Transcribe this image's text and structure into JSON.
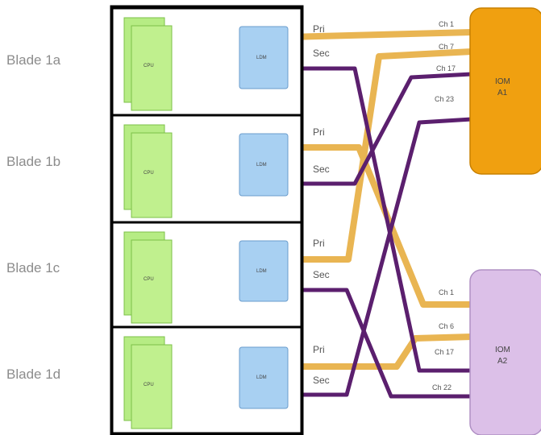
{
  "blades": [
    {
      "label": "Blade 1a",
      "cpu": "CPU",
      "ldm": "LDM",
      "pri": "Pri",
      "sec": "Sec"
    },
    {
      "label": "Blade 1b",
      "cpu": "CPU",
      "ldm": "LDM",
      "pri": "Pri",
      "sec": "Sec"
    },
    {
      "label": "Blade 1c",
      "cpu": "CPU",
      "ldm": "LDM",
      "pri": "Pri",
      "sec": "Sec"
    },
    {
      "label": "Blade 1d",
      "cpu": "CPU",
      "ldm": "LDM",
      "pri": "Pri",
      "sec": "Sec"
    }
  ],
  "modules": [
    {
      "name": "IOM",
      "id": "A1",
      "color": "#f0a010",
      "channels": [
        "Ch 1",
        "Ch 7",
        "Ch 17",
        "Ch 23"
      ]
    },
    {
      "name": "IOM",
      "id": "A2",
      "color": "#dcc0e8",
      "channels": [
        "Ch 1",
        "Ch 6",
        "Ch 17",
        "Ch 22"
      ]
    }
  ],
  "colors": {
    "primary_link": "#e9b552",
    "secondary_link": "#5b1f6e",
    "cpu_card": "#b6ec84",
    "ldm_box": "#a8d0f2"
  }
}
